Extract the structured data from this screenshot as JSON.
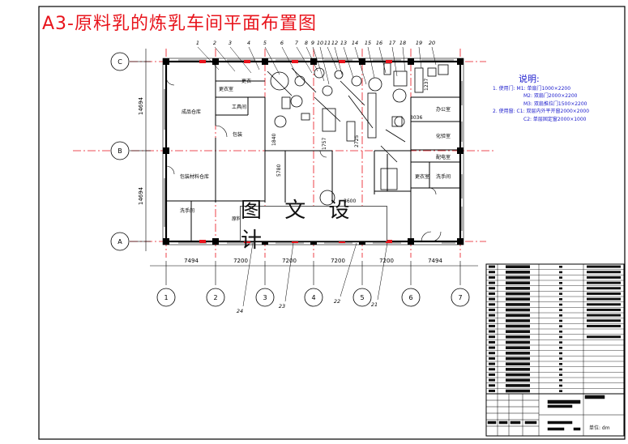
{
  "title": "A3-原料乳的炼乳车间平面布置图",
  "watermark": "图 文 设 计",
  "notes": {
    "heading": "说明:",
    "lines": [
      "1. 使用门:  M1:  单扇门1000×2200",
      "M2:  双扇门2000×2200",
      "M3:  双扇推拉门1500×2200",
      "2. 使用窗:  C1:  双层内外平开窗2000×2000",
      "C2:  单层固定窗2000×1000"
    ]
  },
  "axes": {
    "columns": [
      "1",
      "2",
      "3",
      "4",
      "5",
      "6",
      "7"
    ],
    "rows": [
      "C",
      "B",
      "A"
    ],
    "bay_dims": [
      "7494",
      "7200",
      "7200",
      "7200",
      "7200",
      "7494"
    ],
    "row_dims": [
      "14694",
      "14694"
    ]
  },
  "dims": {
    "d1840": "1840",
    "d1757": "1757",
    "d2725": "2725",
    "d3036": "3036",
    "d5780": "5780",
    "d3600": "3600",
    "d1237": "1237"
  },
  "rooms": {
    "product_store": "成品仓库",
    "packaging": "包装",
    "aux_store": "包装材料仓库",
    "gown_left": "更衣室",
    "tool_room": "工具间",
    "wash_left": "洗手间",
    "office_a": "办公室",
    "office_b": "化验室",
    "office_c": "配电室",
    "gown_right": "更衣室",
    "wash_right": "洗手间",
    "dressing": "更衣",
    "material": "原料"
  },
  "callouts_top": [
    "1",
    "2",
    "3",
    "4",
    "5",
    "6",
    "7",
    "8",
    "9",
    "10",
    "11",
    "12",
    "13",
    "14",
    "15",
    "16",
    "17",
    "18",
    "19",
    "20"
  ],
  "callouts_bottom": [
    "24",
    "23",
    "22",
    "21"
  ],
  "unit_text": "单位: dm"
}
